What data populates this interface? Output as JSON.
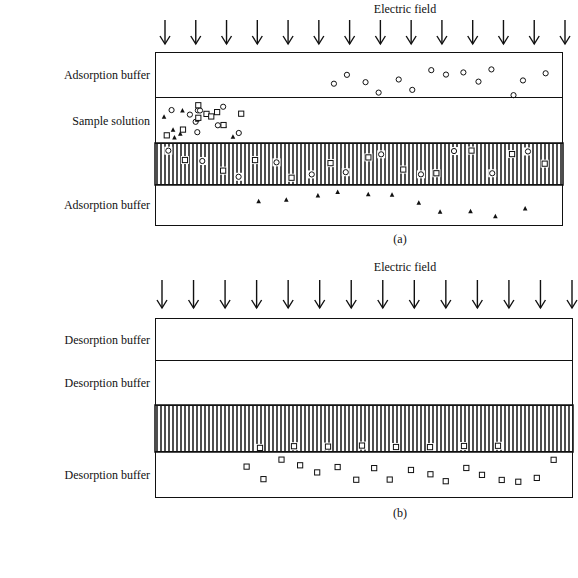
{
  "diagram": {
    "nodes": [
      {
        "text": [
          "Adsorption buffer"
        ]
      },
      {
        "text": [
          "Sample solution"
        ]
      },
      {
        "text": [
          "Adsorption buffer"
        ]
      },
      {
        "text": [
          "Desorption buffer"
        ]
      },
      {
        "text": [
          "Desorption buffer"
        ]
      },
      {
        "text": [
          "Desorption buffer"
        ]
      }
    ],
    "labels": [
      "Electric field",
      "(a)",
      "Electric field",
      "(b)"
    ]
  }
}
